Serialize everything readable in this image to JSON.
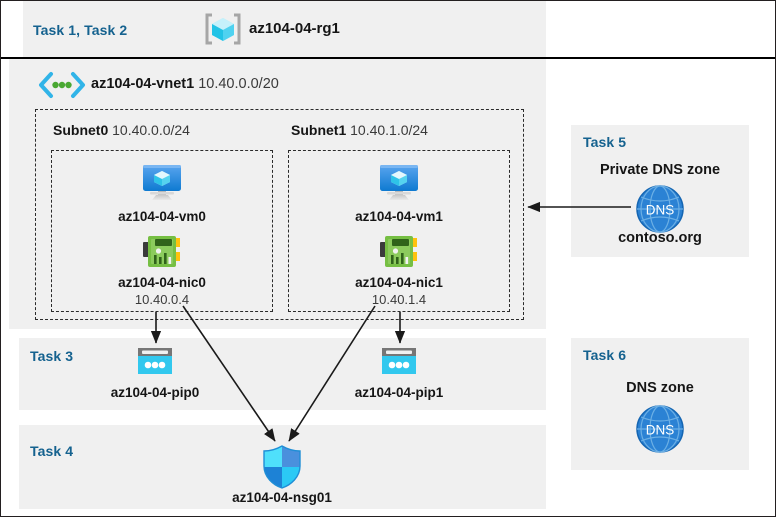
{
  "diagram": {
    "title_bar": {
      "task_label": "Task 1, Task 2",
      "resource_group_name": "az104-04-rg1",
      "resource_group_icon": "resource-group-cube-icon"
    },
    "vnet": {
      "name": "az104-04-vnet1",
      "cidr": "10.40.0.0/20",
      "icon": "virtual-network-icon"
    },
    "subnets": [
      {
        "name": "Subnet0",
        "cidr": "10.40.0.0/24",
        "vm": {
          "name": "az104-04-vm0",
          "icon": "virtual-machine-icon"
        },
        "nic": {
          "name": "az104-04-nic0",
          "ip": "10.40.0.4",
          "icon": "network-interface-icon"
        }
      },
      {
        "name": "Subnet1",
        "cidr": "10.40.1.0/24",
        "vm": {
          "name": "az104-04-vm1",
          "icon": "virtual-machine-icon"
        },
        "nic": {
          "name": "az104-04-nic1",
          "ip": "10.40.1.4",
          "icon": "network-interface-icon"
        }
      }
    ],
    "task3": {
      "label": "Task 3",
      "public_ips": [
        {
          "name": "az104-04-pip0",
          "icon": "public-ip-address-icon"
        },
        {
          "name": "az104-04-pip1",
          "icon": "public-ip-address-icon"
        }
      ]
    },
    "task4": {
      "label": "Task 4",
      "nsg": {
        "name": "az104-04-nsg01",
        "icon": "network-security-group-shield-icon"
      }
    },
    "task5": {
      "label": "Task 5",
      "heading": "Private DNS zone",
      "zone_name": "contoso.org",
      "icon": "dns-globe-icon",
      "icon_text": "DNS"
    },
    "task6": {
      "label": "Task 6",
      "heading": "DNS zone",
      "icon": "dns-globe-icon",
      "icon_text": "DNS"
    },
    "colors": {
      "task_blue": "#15628f",
      "panel_gray": "#f0f0f0",
      "border_black": "#231f20",
      "dns_blue": "#1f7fd4",
      "nic_green": "#6fbf4a",
      "pip_cyan": "#32c8ee",
      "vm_blue": "#1e8ce0"
    }
  }
}
